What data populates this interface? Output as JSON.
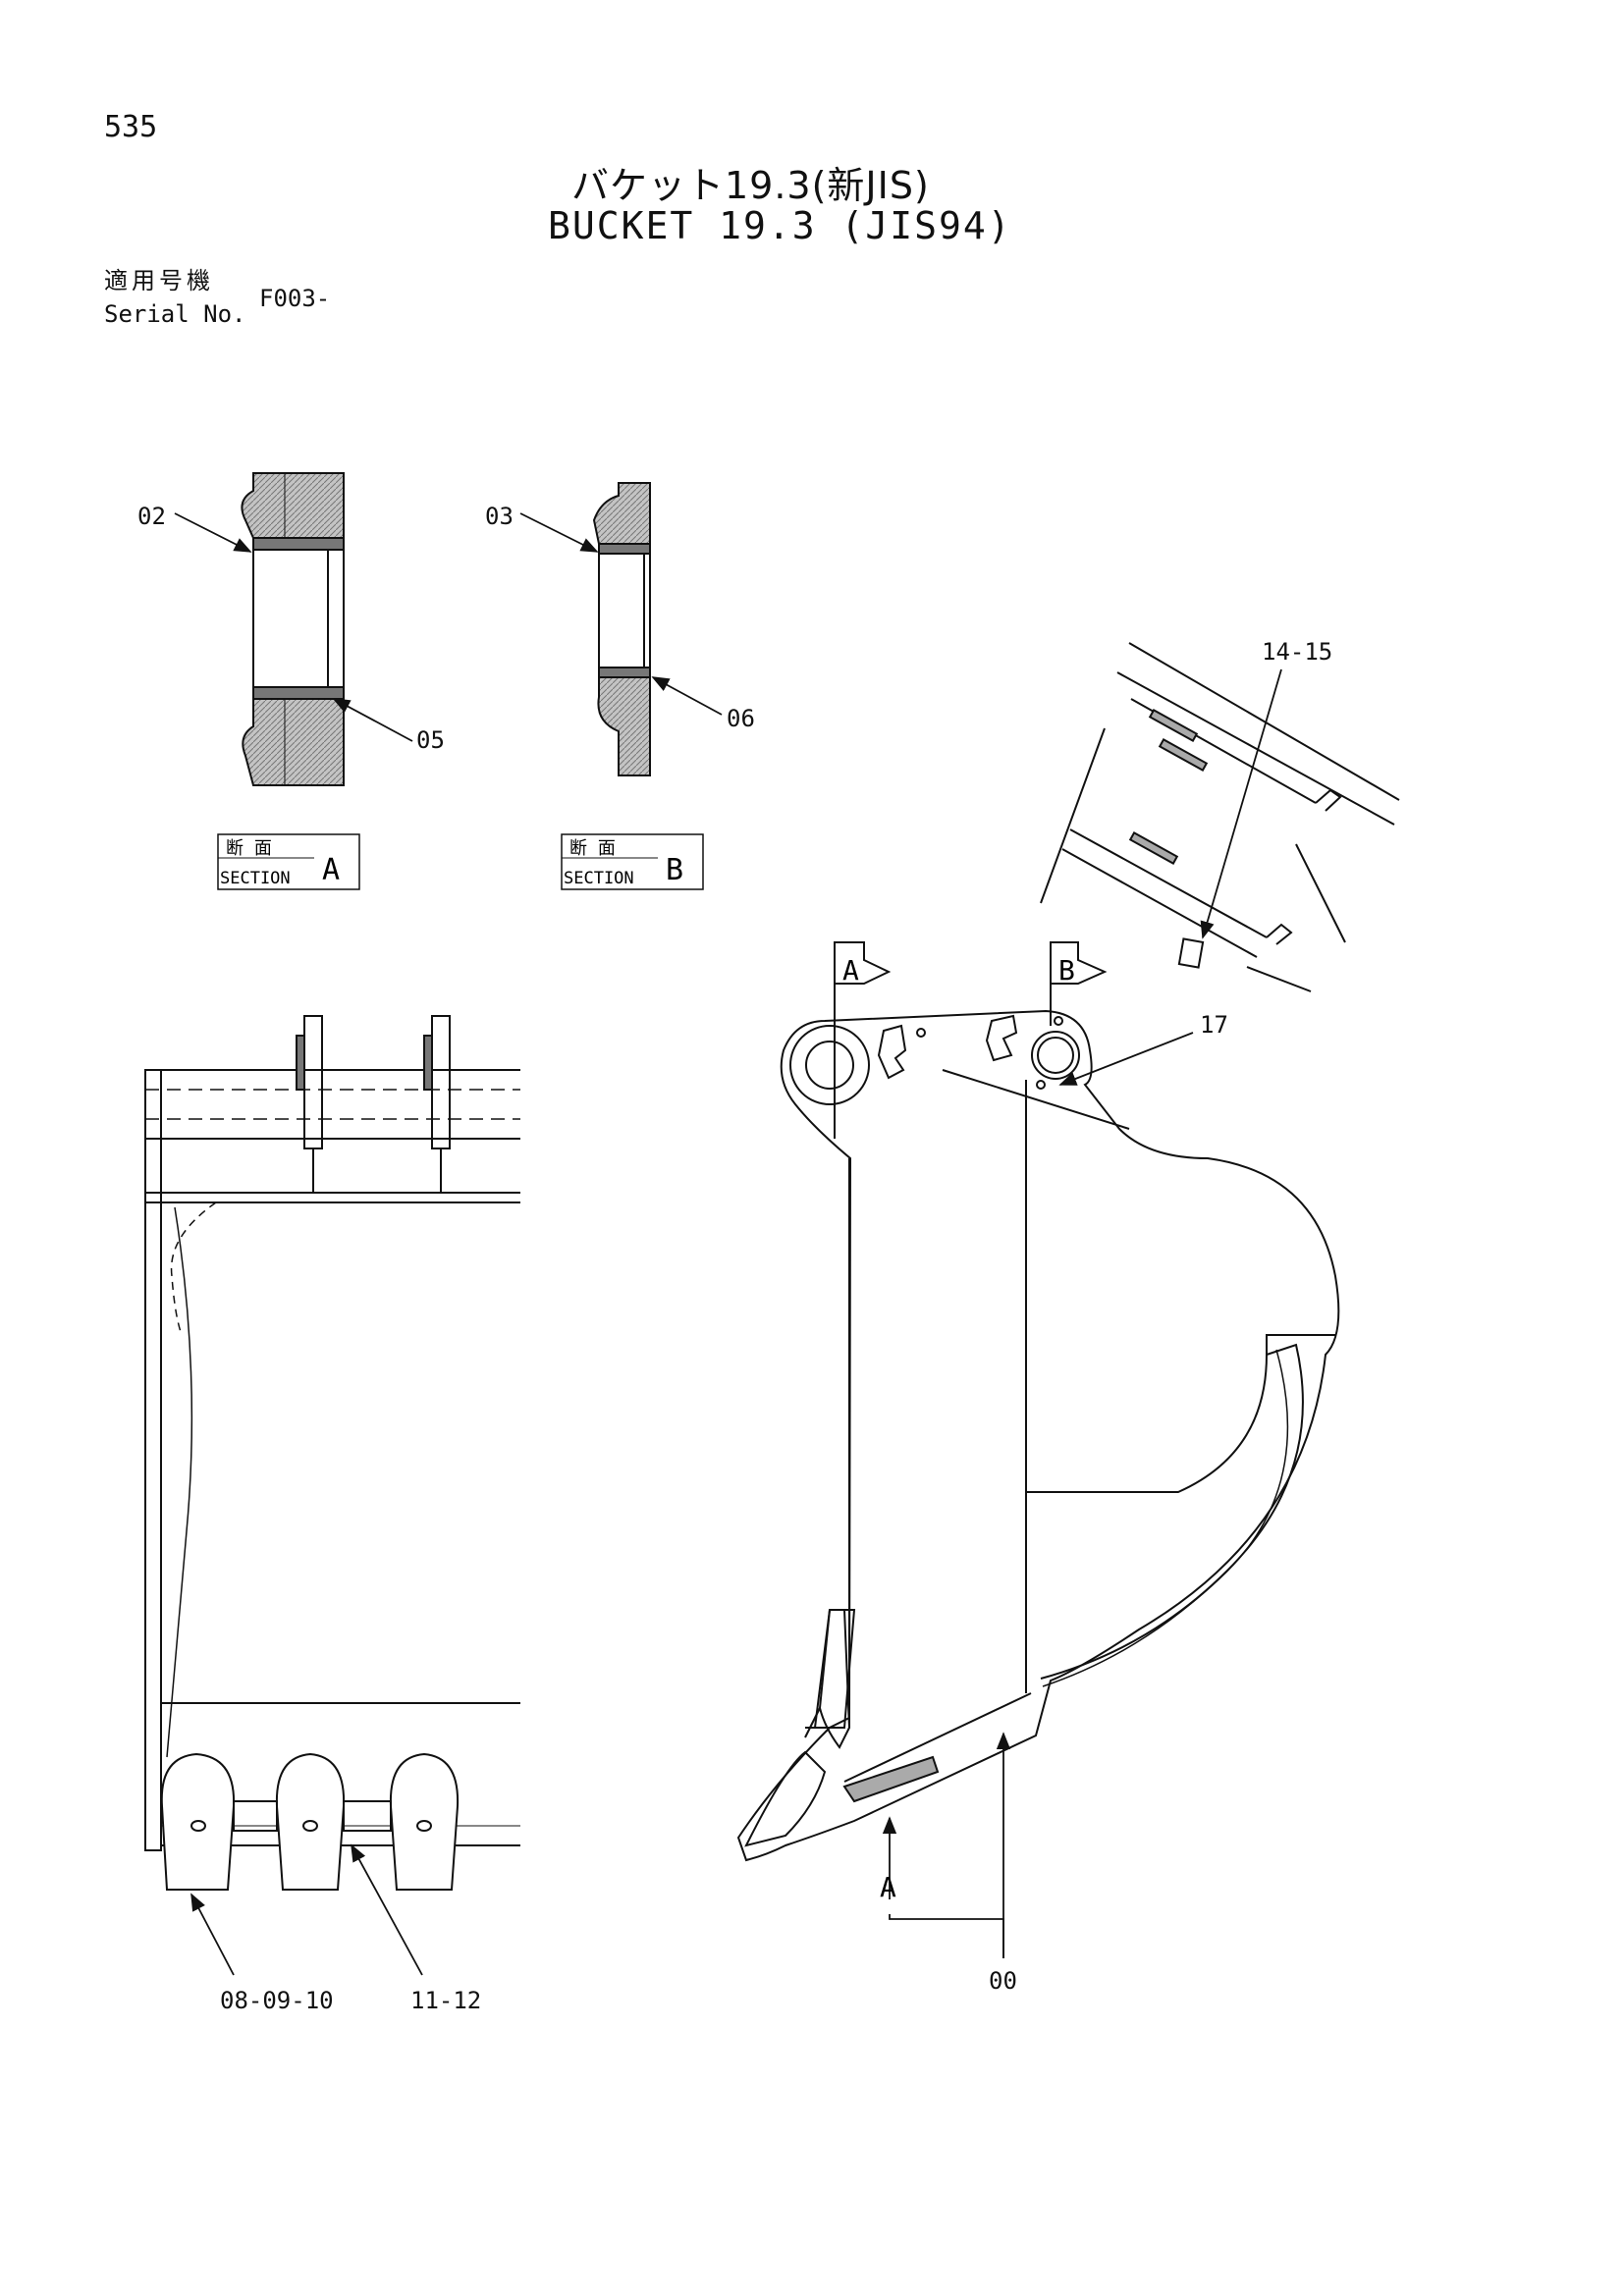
{
  "page": {
    "number": "535"
  },
  "title": {
    "japanese": "バケット19.3(新JIS)",
    "english": "BUCKET 19.3 (JIS94)"
  },
  "serial": {
    "label_jp": "適用号機",
    "label_en": "Serial No.",
    "value": "F003-"
  },
  "sections": {
    "a": {
      "jp": "断 面",
      "en": "SECTION",
      "letter": "A"
    },
    "b": {
      "jp": "断 面",
      "en": "SECTION",
      "letter": "B"
    }
  },
  "callouts": {
    "c02": "02",
    "c03": "03",
    "c05": "05",
    "c06": "06",
    "c14_15": "14-15",
    "c17": "17",
    "c08_09_10": "08-09-10",
    "c11_12": "11-12",
    "c00": "00"
  },
  "view_marks": {
    "a": "A",
    "b": "B",
    "lower_a": "A"
  }
}
